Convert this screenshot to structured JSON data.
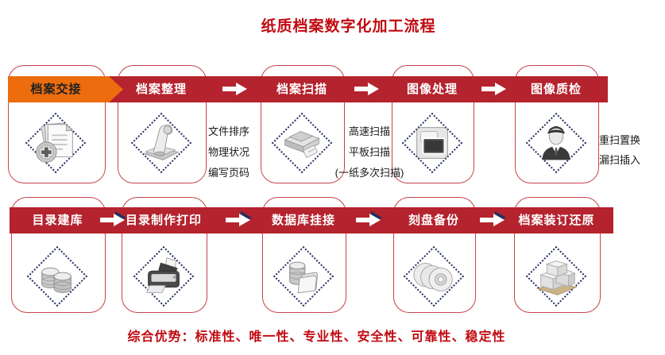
{
  "title": "纸质档案数字化加工流程",
  "rows": [
    {
      "steps": [
        {
          "label": "档案交接",
          "icon": "documents-plus"
        },
        {
          "label": "档案整理",
          "icon": "paper-scroll"
        },
        {
          "label": "档案扫描",
          "icon": "scanner"
        },
        {
          "label": "图像处理",
          "icon": "photos"
        },
        {
          "label": "图像质检",
          "icon": "inspector-person"
        }
      ]
    },
    {
      "steps": [
        {
          "label": "目录建库",
          "icon": "database-stack"
        },
        {
          "label": "目录制作打印",
          "icon": "printer"
        },
        {
          "label": "数据库挂接",
          "icon": "database-folder"
        },
        {
          "label": "刻盘备份",
          "icon": "cd-stack"
        },
        {
          "label": "档案装订还原",
          "icon": "boxes-pallet"
        }
      ]
    }
  ],
  "annotations": {
    "arrange": [
      "文件排序",
      "物理状况",
      "编写页码"
    ],
    "scan": [
      "高速扫描",
      "平板扫描",
      "(一纸多次扫描)"
    ],
    "inspect": [
      "重扫置换",
      "漏扫插入"
    ]
  },
  "footer": "综合优势：标准性、唯一性、专业性、安全性、可靠性、稳定性",
  "colors": {
    "accent_orange": "#ec6c0e",
    "band_red": "#b4232e",
    "box_border_red": "#c9434c",
    "title_red": "#c00a11",
    "diamond_navy": "#223061"
  }
}
